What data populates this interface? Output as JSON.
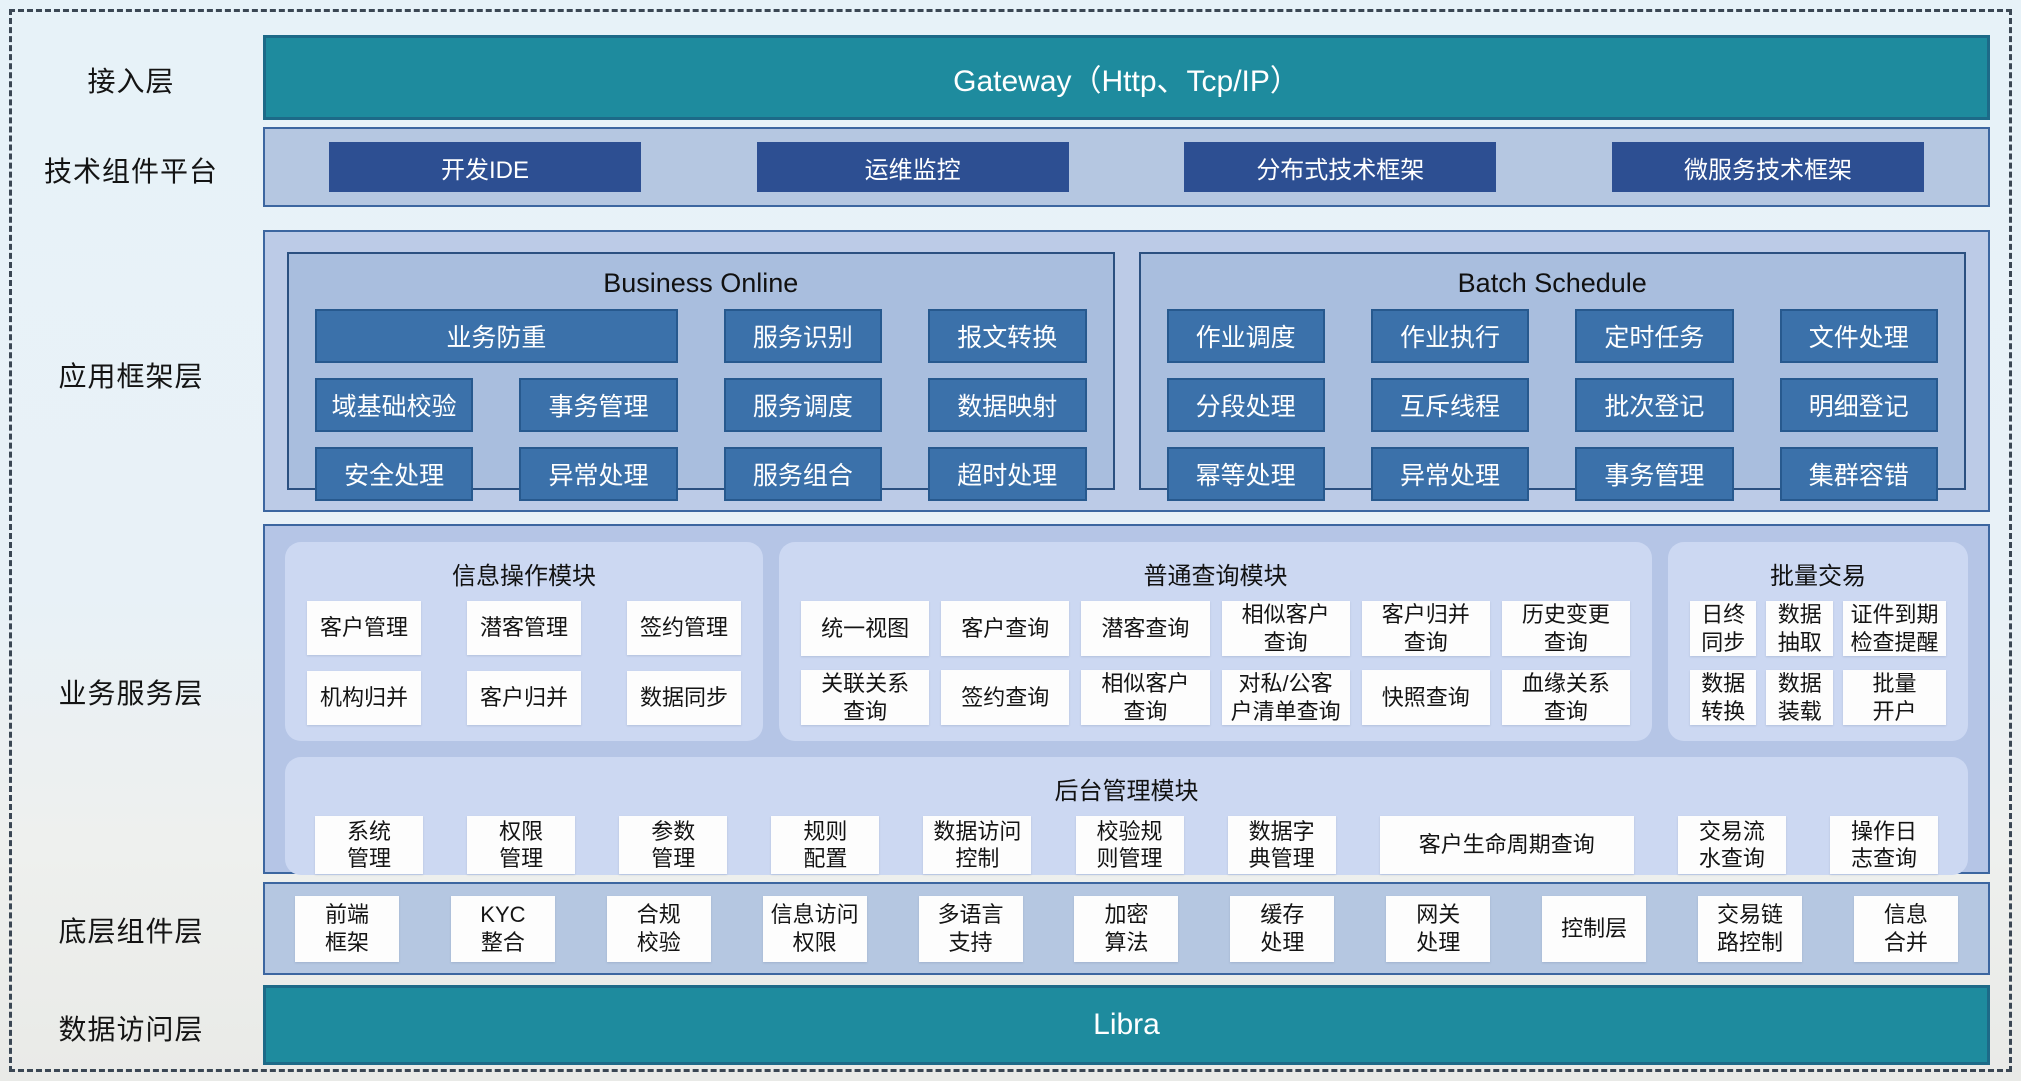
{
  "colors": {
    "teal": "#1e8b9e",
    "navy_button": "#2d4f92",
    "mid_blue_button": "#3b71aa",
    "panel_light_blue": "#b5c7e1",
    "section_blue": "#a9bede",
    "module_periwinkle": "#ccd8f2",
    "page_background": "#e8f2f8"
  },
  "layers": {
    "access": {
      "label": "接入层",
      "bar_text": "Gateway（Http、Tcp/IP）"
    },
    "tech": {
      "label": "技术组件平台",
      "items": [
        "开发IDE",
        "运维监控",
        "分布式技术框架",
        "微服务技术框架"
      ]
    },
    "framework": {
      "label": "应用框架层",
      "business_online": {
        "title": "Business Online",
        "buttons": [
          "业务防重",
          "服务识别",
          "报文转换",
          "域基础校验",
          "事务管理",
          "服务调度",
          "数据映射",
          "安全处理",
          "异常处理",
          "服务组合",
          "超时处理"
        ]
      },
      "batch_schedule": {
        "title": "Batch Schedule",
        "buttons": [
          "作业调度",
          "作业执行",
          "定时任务",
          "文件处理",
          "分段处理",
          "互斥线程",
          "批次登记",
          "明细登记",
          "幂等处理",
          "异常处理",
          "事务管理",
          "集群容错"
        ]
      }
    },
    "service": {
      "label": "业务服务层",
      "info_module": {
        "title": "信息操作模块",
        "buttons": [
          "客户管理",
          "潜客管理",
          "签约管理",
          "机构归并",
          "客户归并",
          "数据同步"
        ]
      },
      "query_module": {
        "title": "普通查询模块",
        "buttons": [
          "统一视图",
          "客户查询",
          "潜客查询",
          "相似客户\n查询",
          "客户归并\n查询",
          "历史变更\n查询",
          "关联关系\n查询",
          "签约查询",
          "相似客户\n查询",
          "对私/公客\n户清单查询",
          "快照查询",
          "血缘关系\n查询"
        ]
      },
      "batch_module": {
        "title": "批量交易",
        "buttons": [
          "日终\n同步",
          "数据\n抽取",
          "证件到期\n检查提醒",
          "数据\n转换",
          "数据\n装载",
          "批量\n开户"
        ]
      },
      "admin_module": {
        "title": "后台管理模块",
        "buttons": [
          "系统\n管理",
          "权限\n管理",
          "参数\n管理",
          "规则\n配置",
          "数据访问\n控制",
          "校验规\n则管理",
          "数据字\n典管理",
          "客户生命周期查询",
          "交易流\n水查询",
          "操作日\n志查询"
        ]
      }
    },
    "base": {
      "label": "底层组件层",
      "items": [
        "前端\n框架",
        "KYC\n整合",
        "合规\n校验",
        "信息访问\n权限",
        "多语言\n支持",
        "加密\n算法",
        "缓存\n处理",
        "网关\n处理",
        "控制层",
        "交易链\n路控制",
        "信息\n合并"
      ]
    },
    "data_access": {
      "label": "数据访问层",
      "bar_text": "Libra"
    }
  }
}
